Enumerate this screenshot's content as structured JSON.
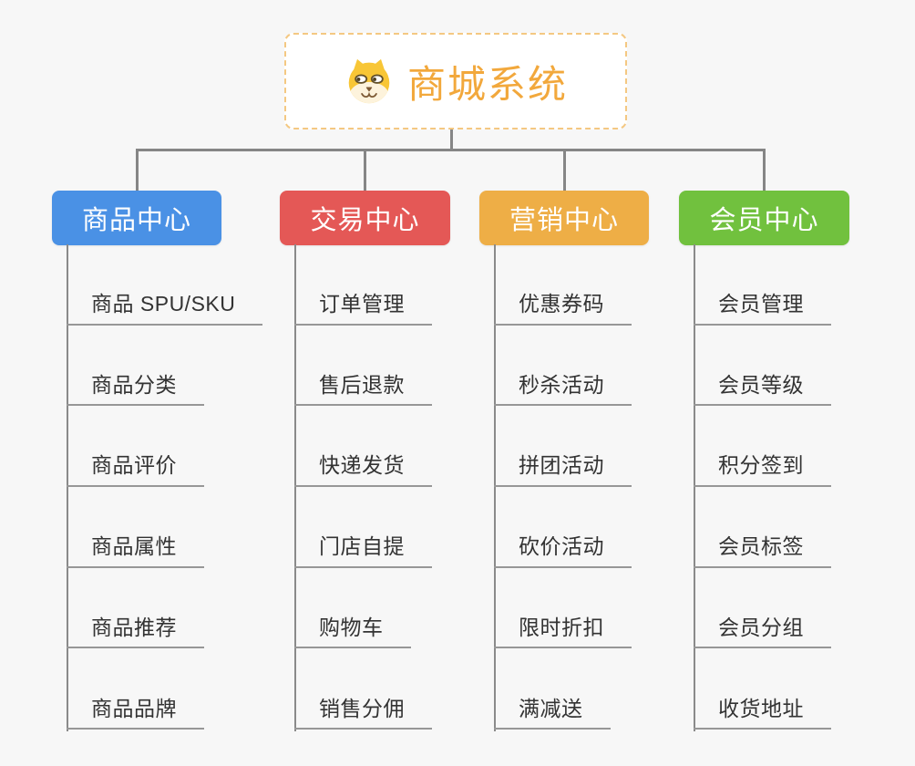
{
  "root": {
    "title": "商城系统",
    "icon": "dog-face-icon",
    "text_color": "#f2a83c",
    "border_color": "#f4c882",
    "background": "#ffffff"
  },
  "connector_color": "#868686",
  "canvas_background": "#f7f7f7",
  "branches": [
    {
      "id": "product",
      "label": "商品中心",
      "color": "#4a91e5",
      "children": [
        "商品 SPU/SKU",
        "商品分类",
        "商品评价",
        "商品属性",
        "商品推荐",
        "商品品牌"
      ]
    },
    {
      "id": "trade",
      "label": "交易中心",
      "color": "#e45856",
      "children": [
        "订单管理",
        "售后退款",
        "快递发货",
        "门店自提",
        "购物车",
        "销售分佣"
      ]
    },
    {
      "id": "marketing",
      "label": "营销中心",
      "color": "#eeae46",
      "children": [
        "优惠券码",
        "秒杀活动",
        "拼团活动",
        "砍价活动",
        "限时折扣",
        "满减送"
      ]
    },
    {
      "id": "member",
      "label": "会员中心",
      "color": "#71c13e",
      "children": [
        "会员管理",
        "会员等级",
        "积分签到",
        "会员标签",
        "会员分组",
        "收货地址"
      ]
    }
  ]
}
